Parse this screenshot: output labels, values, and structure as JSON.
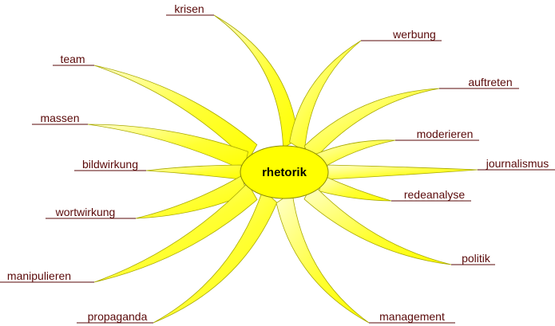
{
  "mindmap": {
    "center_label": "rhetorik",
    "colors": {
      "center_fill": "#ffff00",
      "center_stroke": "#8a8a00",
      "branch_fill": "#ffff33",
      "branch_fill_light": "#ffffcc",
      "branch_stroke": "#a8a800",
      "label_text": "#5a0a0a",
      "underline": "#5a0a0a"
    },
    "branches": [
      {
        "label": "krisen"
      },
      {
        "label": "werbung"
      },
      {
        "label": "team"
      },
      {
        "label": "auftreten"
      },
      {
        "label": "massen"
      },
      {
        "label": "moderieren"
      },
      {
        "label": "bildwirkung"
      },
      {
        "label": "journalismus"
      },
      {
        "label": "redeanalyse"
      },
      {
        "label": "wortwirkung"
      },
      {
        "label": "politik"
      },
      {
        "label": "manipulieren"
      },
      {
        "label": "propaganda"
      },
      {
        "label": "management"
      }
    ]
  }
}
